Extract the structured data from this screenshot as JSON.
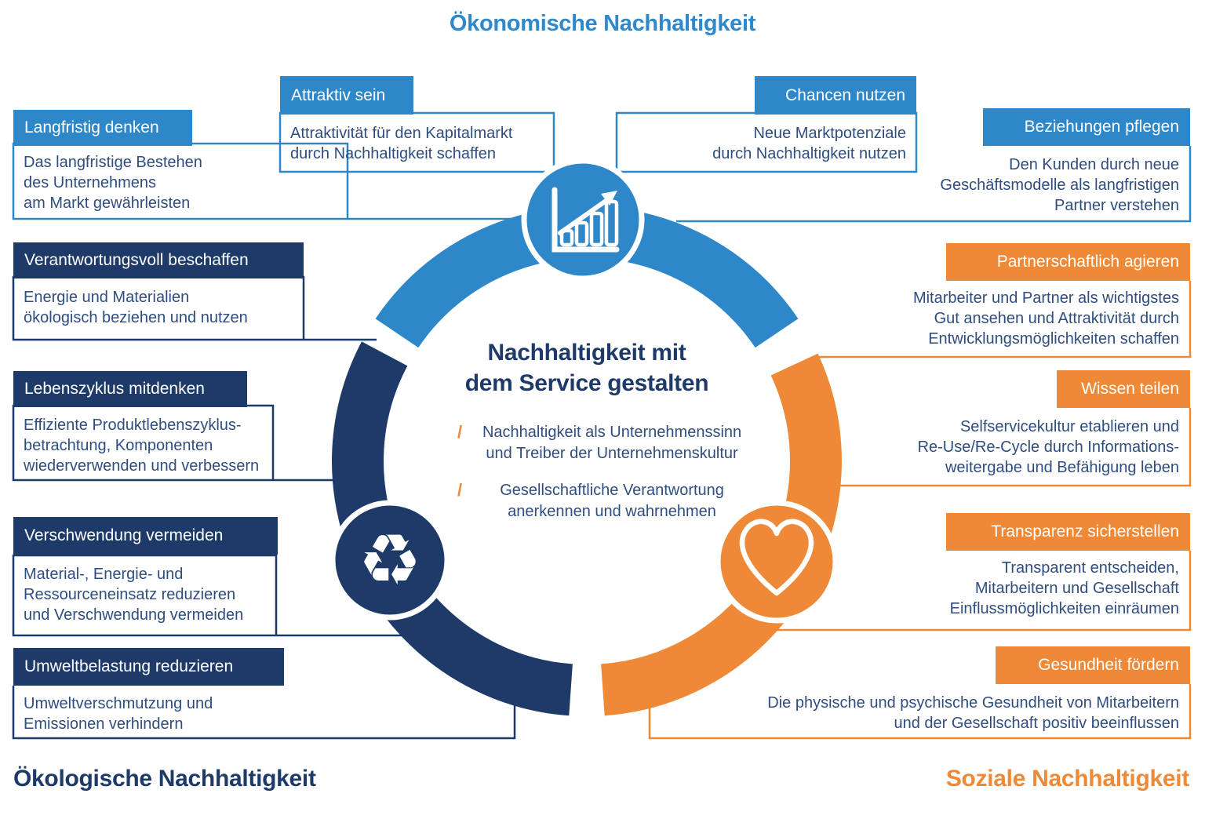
{
  "palette": {
    "economic_blue": "#2e87c9",
    "ecological_navy": "#1d3a68",
    "social_orange": "#ee8a37",
    "body_text_color": "#2f4d7e"
  },
  "sections": {
    "economic": {
      "title": "Ökonomische Nachhaltigkeit"
    },
    "ecological": {
      "title": "Ökologische Nachhaltigkeit"
    },
    "social": {
      "title": "Soziale Nachhaltigkeit"
    }
  },
  "center": {
    "title": "Nachhaltigkeit mit\ndem Service gestalten",
    "bullets": [
      {
        "marker": "/",
        "text": "Nachhaltigkeit als Unternehmenssinn\nund Treiber der Unternehmenskultur"
      },
      {
        "marker": "/",
        "text": "Gesellschaftliche Verantwortung\nanerkennen und wahrnehmen"
      }
    ]
  },
  "ring": {
    "icons": [
      {
        "name": "growth-chart-icon",
        "segment": "economic"
      },
      {
        "name": "recycling-icon",
        "segment": "ecological",
        "glyph": "♻"
      },
      {
        "name": "heart-icon",
        "segment": "social"
      }
    ]
  },
  "boxes": [
    {
      "id": "langfristig-denken",
      "section": "economic",
      "label": "Langfristig denken",
      "body": "Das langfristige Bestehen\ndes Unternehmens\nam Markt gewährleisten"
    },
    {
      "id": "attraktiv-sein",
      "section": "economic",
      "label": "Attraktiv sein",
      "body": "Attraktivität für den Kapitalmarkt\ndurch Nachhaltigkeit schaffen"
    },
    {
      "id": "chancen-nutzen",
      "section": "economic",
      "label": "Chancen nutzen",
      "body": "Neue Marktpotenziale\ndurch Nachhaltigkeit nutzen"
    },
    {
      "id": "beziehungen-pflegen",
      "section": "economic",
      "label": "Beziehungen pflegen",
      "body": "Den Kunden durch neue\nGeschäftsmodelle als langfristigen\nPartner verstehen"
    },
    {
      "id": "verantwortungsvoll-beschaffen",
      "section": "ecological",
      "label": "Verantwortungsvoll beschaffen",
      "body": "Energie und Materialien\nökologisch beziehen und nutzen"
    },
    {
      "id": "lebenszyklus-mitdenken",
      "section": "ecological",
      "label": "Lebenszyklus mitdenken",
      "body": "Effiziente Produktlebenszyklus-\nbetrachtung, Komponenten\nwiederverwenden und verbessern"
    },
    {
      "id": "verschwendung-vermeiden",
      "section": "ecological",
      "label": "Verschwendung vermeiden",
      "body": "Material-, Energie- und\nRessourceneinsatz reduzieren\nund Verschwendung vermeiden"
    },
    {
      "id": "umweltbelastung-reduzieren",
      "section": "ecological",
      "label": "Umweltbelastung reduzieren",
      "body": "Umweltverschmutzung und\nEmissionen verhindern"
    },
    {
      "id": "partnerschaftlich-agieren",
      "section": "social",
      "label": "Partnerschaftlich agieren",
      "body": "Mitarbeiter und Partner als wichtigstes\nGut ansehen und Attraktivität durch\nEntwicklungsmöglichkeiten schaffen"
    },
    {
      "id": "wissen-teilen",
      "section": "social",
      "label": "Wissen teilen",
      "body": "Selfservicekultur etablieren und\nRe-Use/Re-Cycle durch Informations-\nweitergabe und Befähigung leben"
    },
    {
      "id": "transparenz-sicherstellen",
      "section": "social",
      "label": "Transparenz sicherstellen",
      "body": "Transparent entscheiden,\nMitarbeitern und Gesellschaft\nEinflussmöglichkeiten einräumen"
    },
    {
      "id": "gesundheit-foerdern",
      "section": "social",
      "label": "Gesundheit fördern",
      "body": "Die physische und psychische Gesundheit von Mitarbeitern\nund der Gesellschaft positiv beeinflussen"
    }
  ]
}
